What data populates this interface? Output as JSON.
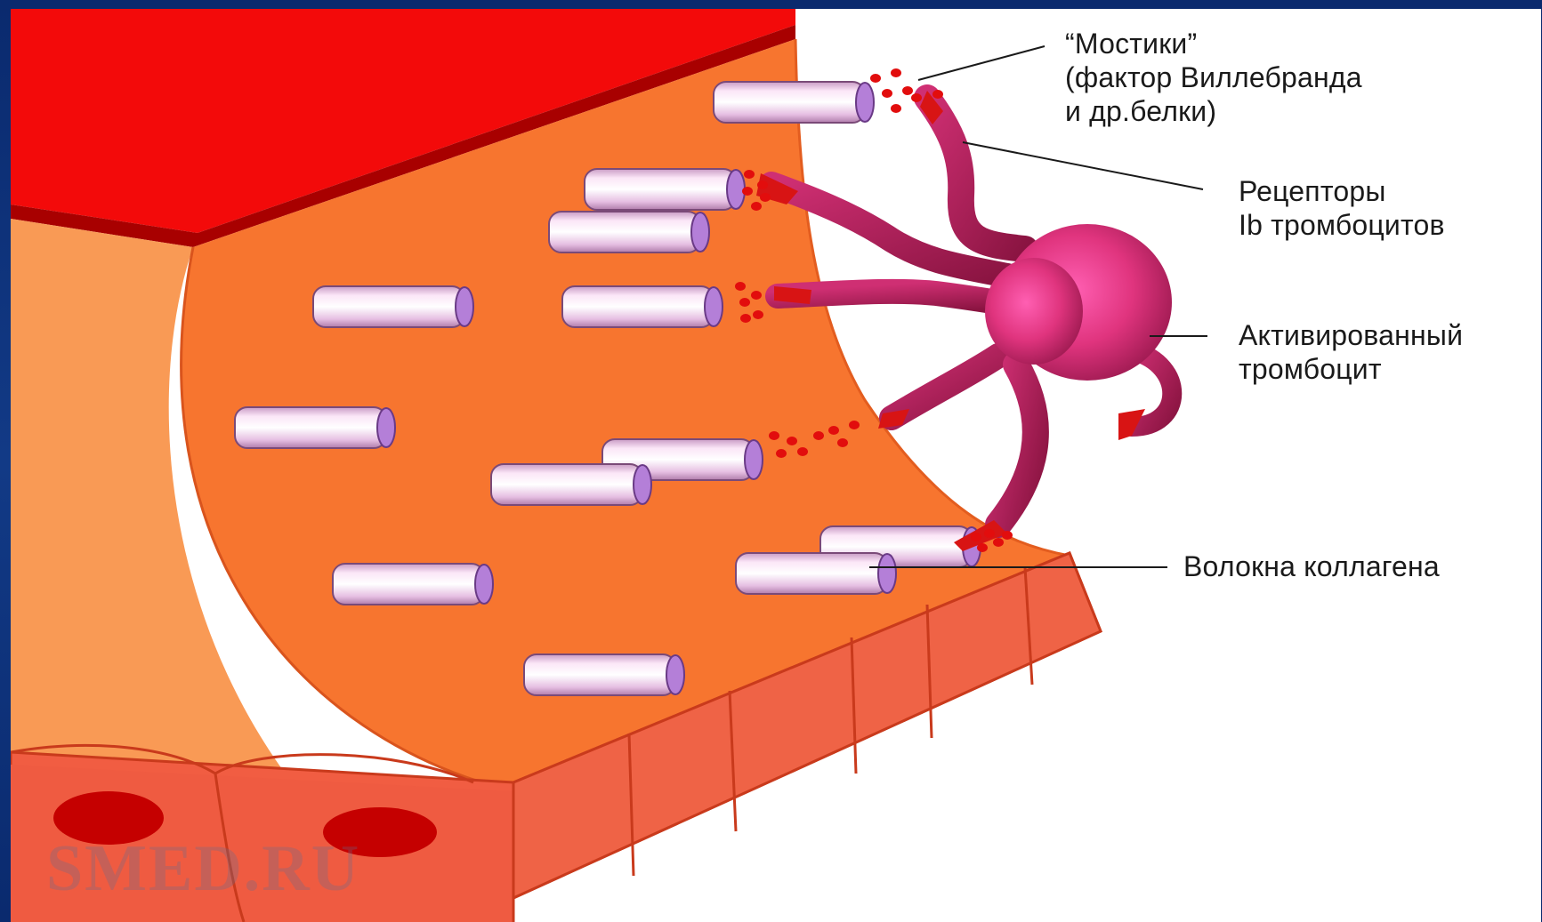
{
  "labels": {
    "bridges_title": "“Мостики”",
    "bridges_line2": "(фактор Виллебранда",
    "bridges_line3": "и др.белки)",
    "receptors_line1": "Рецепторы",
    "receptors_line2": "Ib тромбоцитов",
    "platelet_line1": "Активированный",
    "platelet_line2": "тромбоцит",
    "collagen": "Волокна коллагена"
  },
  "watermark": "SMED.RU",
  "colors": {
    "frame": "#0b2a66",
    "vessel_lumen": "#f30a0a",
    "vessel_rim": "#a80000",
    "subendothelium": "#f7752f",
    "subendothelium_light": "#f99a55",
    "endothelial_cells": "#f15d42",
    "nucleus": "#c50000",
    "collagen_fiber": "#efc8e6",
    "collagen_end": "#b47fd8",
    "platelet_center": "#ff4fa6",
    "platelet_edge": "#a3184e",
    "bridge_dots": "#e20d0d"
  }
}
